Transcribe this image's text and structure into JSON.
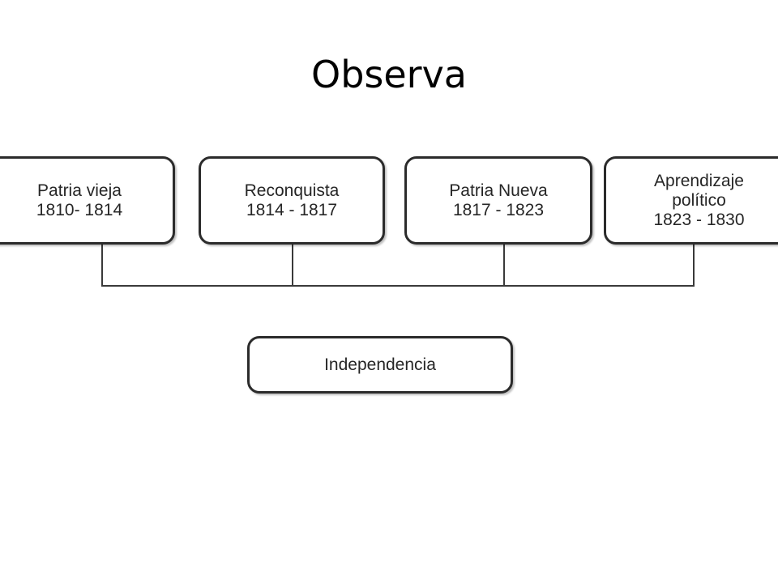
{
  "slide": {
    "title": "Observa"
  },
  "diagram": {
    "periods": [
      {
        "name": "Patria vieja",
        "years": "1810- 1814"
      },
      {
        "name": "Reconquista",
        "years": "1814 - 1817"
      },
      {
        "name": "Patria Nueva",
        "years": "1817 - 1823"
      },
      {
        "name_line1": "Aprendizaje",
        "name_line2": "político",
        "years": "1823 - 1830"
      }
    ],
    "result": "Independencia"
  },
  "colors": {
    "box_border": "#2b2b2b",
    "text": "#262626",
    "connector": "#3a3a3a",
    "background": "#ffffff"
  }
}
